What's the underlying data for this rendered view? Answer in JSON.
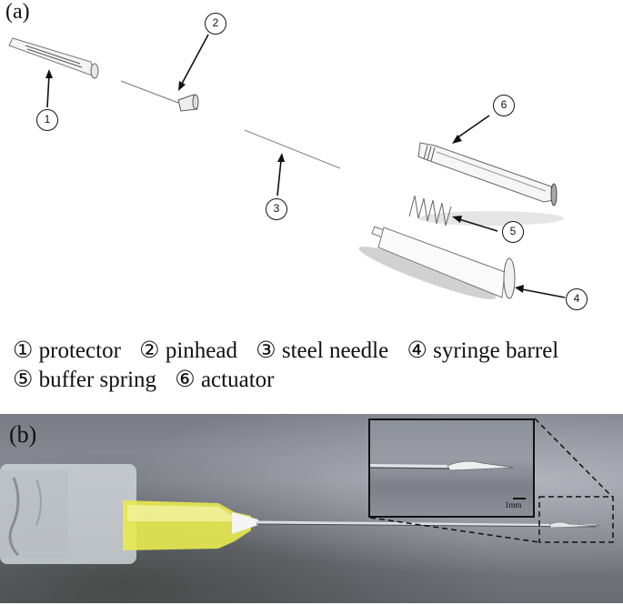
{
  "figure": {
    "panel_a": {
      "label": "(a)",
      "callouts": [
        {
          "num": "1",
          "part": "protector"
        },
        {
          "num": "2",
          "part": "pinhead"
        },
        {
          "num": "3",
          "part": "steel needle"
        },
        {
          "num": "4",
          "part": "syringe barrel"
        },
        {
          "num": "5",
          "part": "buffer spring"
        },
        {
          "num": "6",
          "part": "actuator"
        }
      ]
    },
    "legend": {
      "row1": [
        "① protector",
        "② pinhead",
        "③ steel needle",
        "④ syringe barrel"
      ],
      "row2": [
        "⑤ buffer spring",
        "⑥ actuator"
      ]
    },
    "panel_b": {
      "label": "(b)",
      "inset_scale_label": "1mm",
      "colors": {
        "hub_yellow": "#e6e84a",
        "background_gray": "#80828b",
        "barrel_clear": "#d9dce0"
      }
    }
  }
}
